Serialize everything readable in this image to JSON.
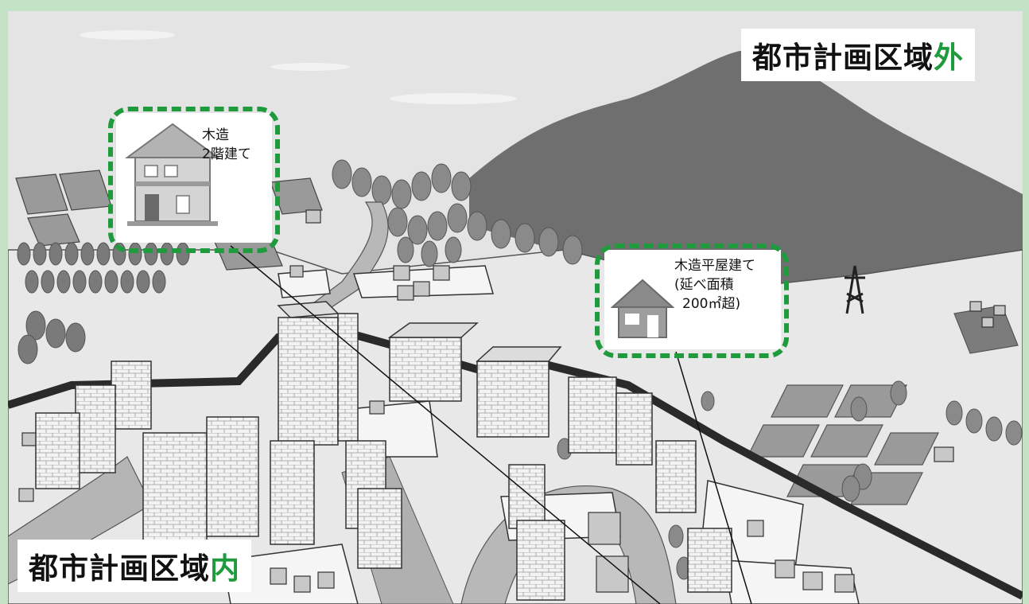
{
  "labels": {
    "outside": {
      "main": "都市計画区域",
      "accent": "外"
    },
    "inside": {
      "main": "都市計画区域",
      "accent": "内"
    }
  },
  "callouts": {
    "two_story": {
      "line1": "木造",
      "line2": "2階建て"
    },
    "one_story": {
      "line1": "木造平屋建て",
      "line2": "(延べ面積",
      "line3": "200㎡超)"
    }
  },
  "icons": [
    "two-story-house-icon",
    "one-story-house-icon",
    "transmission-tower-icon"
  ],
  "colors": {
    "background": "#c3e2c6",
    "accent": "#1f9a3d",
    "mountain": "#6f6f6f",
    "road": "#2a2a2a",
    "ground": "#e4e4e4"
  }
}
